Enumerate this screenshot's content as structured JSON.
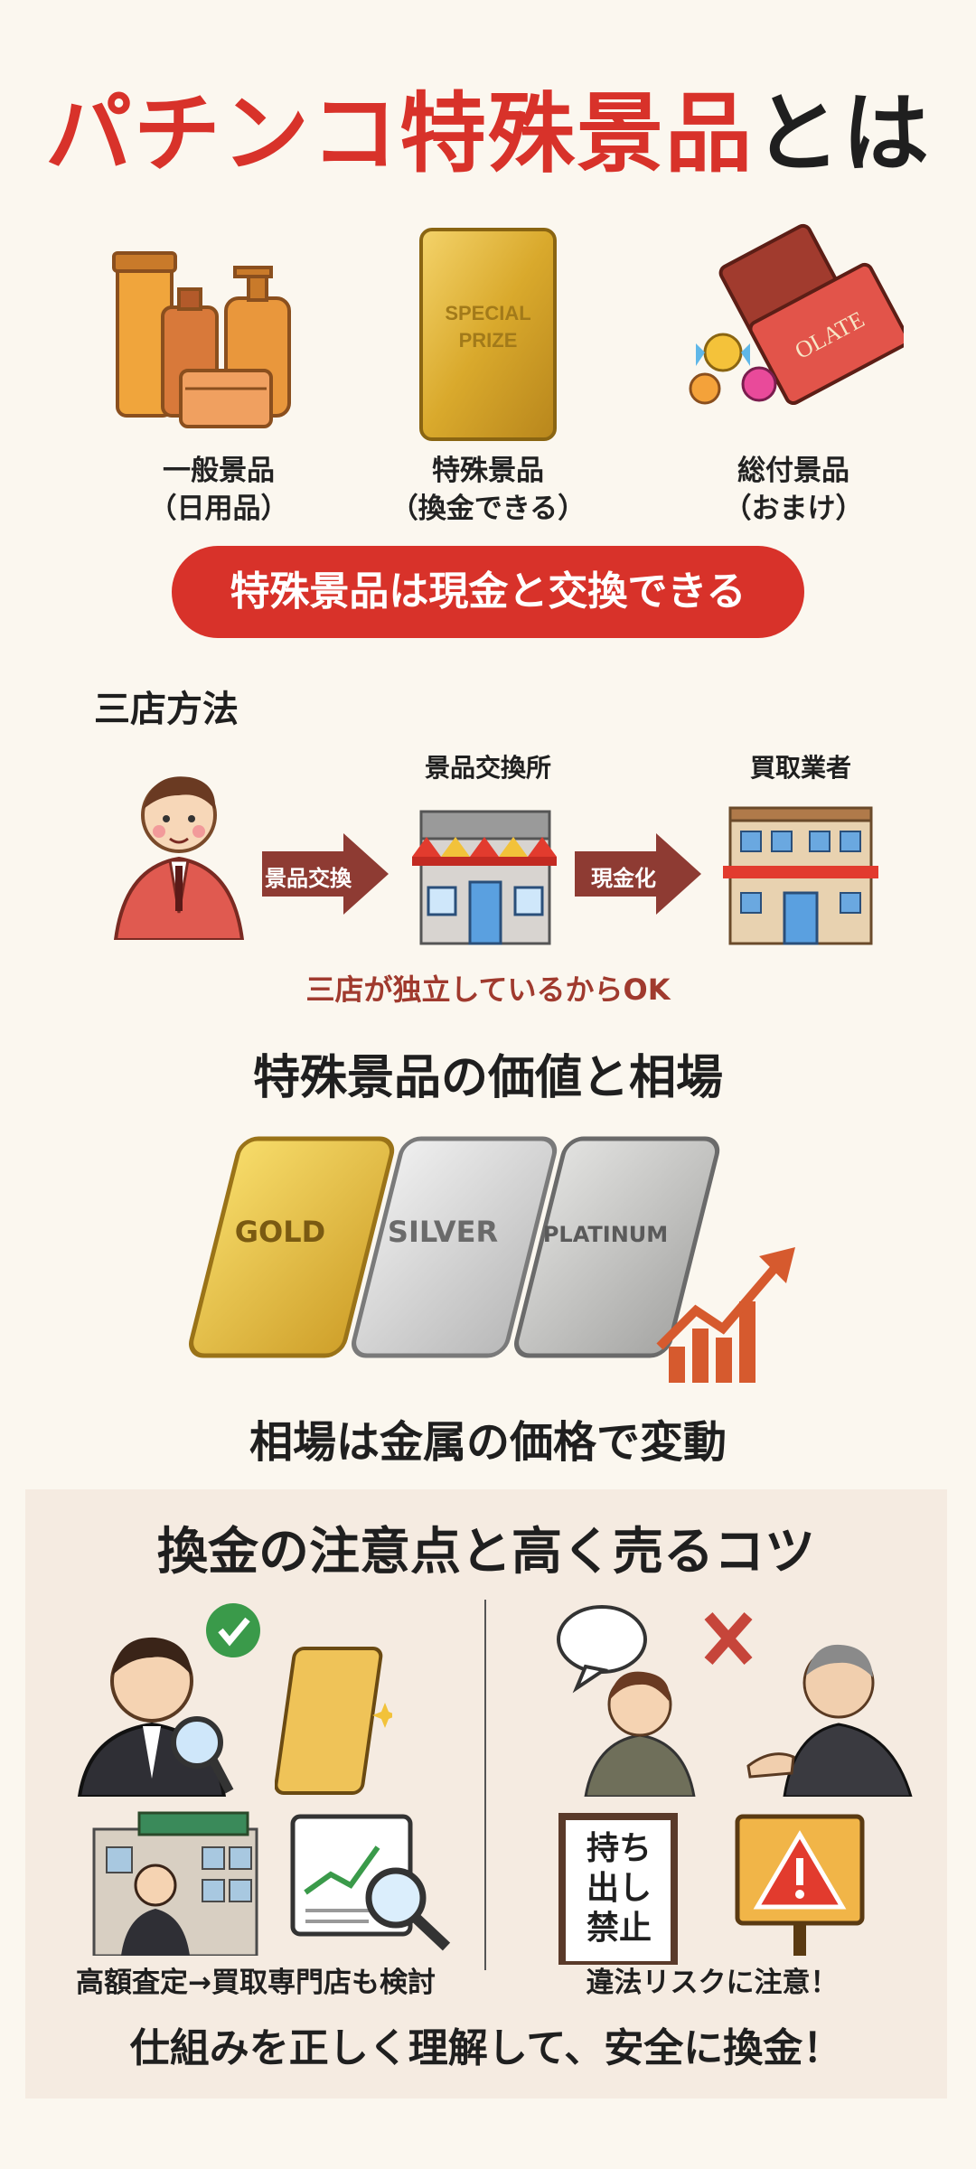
{
  "title": {
    "red_part": "パチンコ特殊景品",
    "black_part": "とは"
  },
  "prizes": [
    {
      "line1": "一般景品",
      "line2": "（日用品）"
    },
    {
      "line1": "特殊景品",
      "line2": "（換金できる）"
    },
    {
      "line1": "総付景品",
      "line2": "（おまけ）"
    }
  ],
  "special_card_text": {
    "line1": "SPECIAL",
    "line2": "PRIZE"
  },
  "chocolate_text": "OLATE",
  "pill_text": "特殊景品は現金と交換できる",
  "three_store": {
    "heading": "三店方法",
    "exchange_label": "景品交換所",
    "buyer_label": "買取業者",
    "arrow1": "景品交換",
    "arrow2": "現金化",
    "note": "三店が独立しているからOK"
  },
  "value_section": {
    "heading": "特殊景品の価値と相場",
    "bars": [
      "GOLD",
      "SILVER",
      "PLATINUM"
    ],
    "caption": "相場は金属の価格で変動"
  },
  "tips": {
    "heading": "換金の注意点と高く売るコツ",
    "left_caption": "高額査定→買取専門店も検討",
    "right_caption": "違法リスクに注意！",
    "sign_lines": [
      "持ち",
      "出し",
      "禁止"
    ],
    "bottom": "仕組みを正しく理解して、安全に換金！"
  },
  "colors": {
    "accent_red": "#d8322a",
    "gold": "#e3b33a",
    "background": "#fbf7ef"
  }
}
